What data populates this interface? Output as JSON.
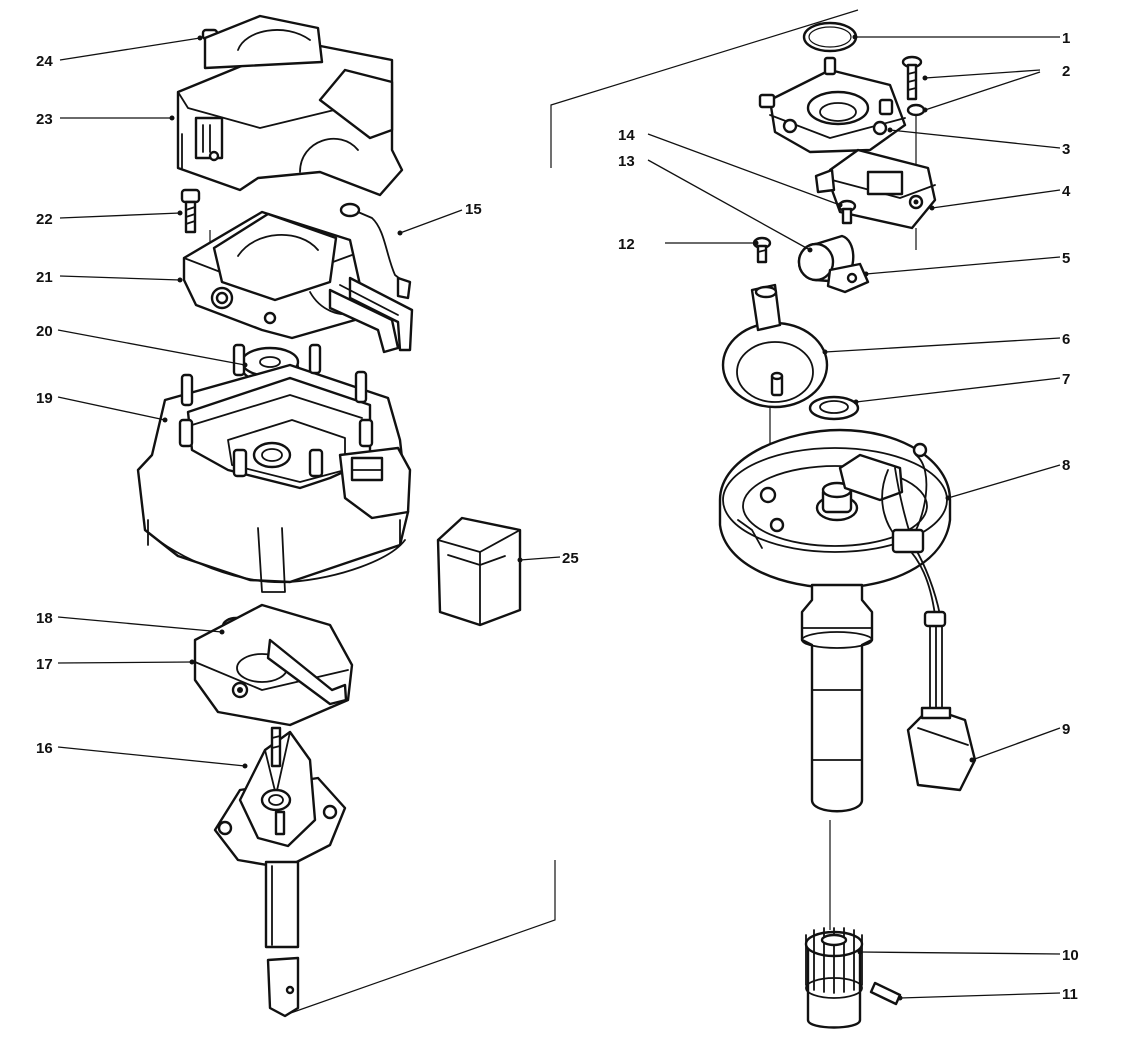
{
  "diagram": {
    "colors": {
      "ink": "#111111",
      "paper": "#ffffff"
    },
    "callouts": [
      {
        "id": "1",
        "label": "1"
      },
      {
        "id": "2",
        "label": "2"
      },
      {
        "id": "3",
        "label": "3"
      },
      {
        "id": "4",
        "label": "4"
      },
      {
        "id": "5",
        "label": "5"
      },
      {
        "id": "6",
        "label": "6"
      },
      {
        "id": "7",
        "label": "7"
      },
      {
        "id": "8",
        "label": "8"
      },
      {
        "id": "9",
        "label": "9"
      },
      {
        "id": "10",
        "label": "10"
      },
      {
        "id": "11",
        "label": "11"
      },
      {
        "id": "12",
        "label": "12"
      },
      {
        "id": "13",
        "label": "13"
      },
      {
        "id": "14",
        "label": "14"
      },
      {
        "id": "15",
        "label": "15"
      },
      {
        "id": "16",
        "label": "16"
      },
      {
        "id": "17",
        "label": "17"
      },
      {
        "id": "18",
        "label": "18"
      },
      {
        "id": "19",
        "label": "19"
      },
      {
        "id": "20",
        "label": "20"
      },
      {
        "id": "21",
        "label": "21"
      },
      {
        "id": "22",
        "label": "22"
      },
      {
        "id": "23",
        "label": "23"
      },
      {
        "id": "24",
        "label": "24"
      },
      {
        "id": "25",
        "label": "25"
      }
    ]
  }
}
